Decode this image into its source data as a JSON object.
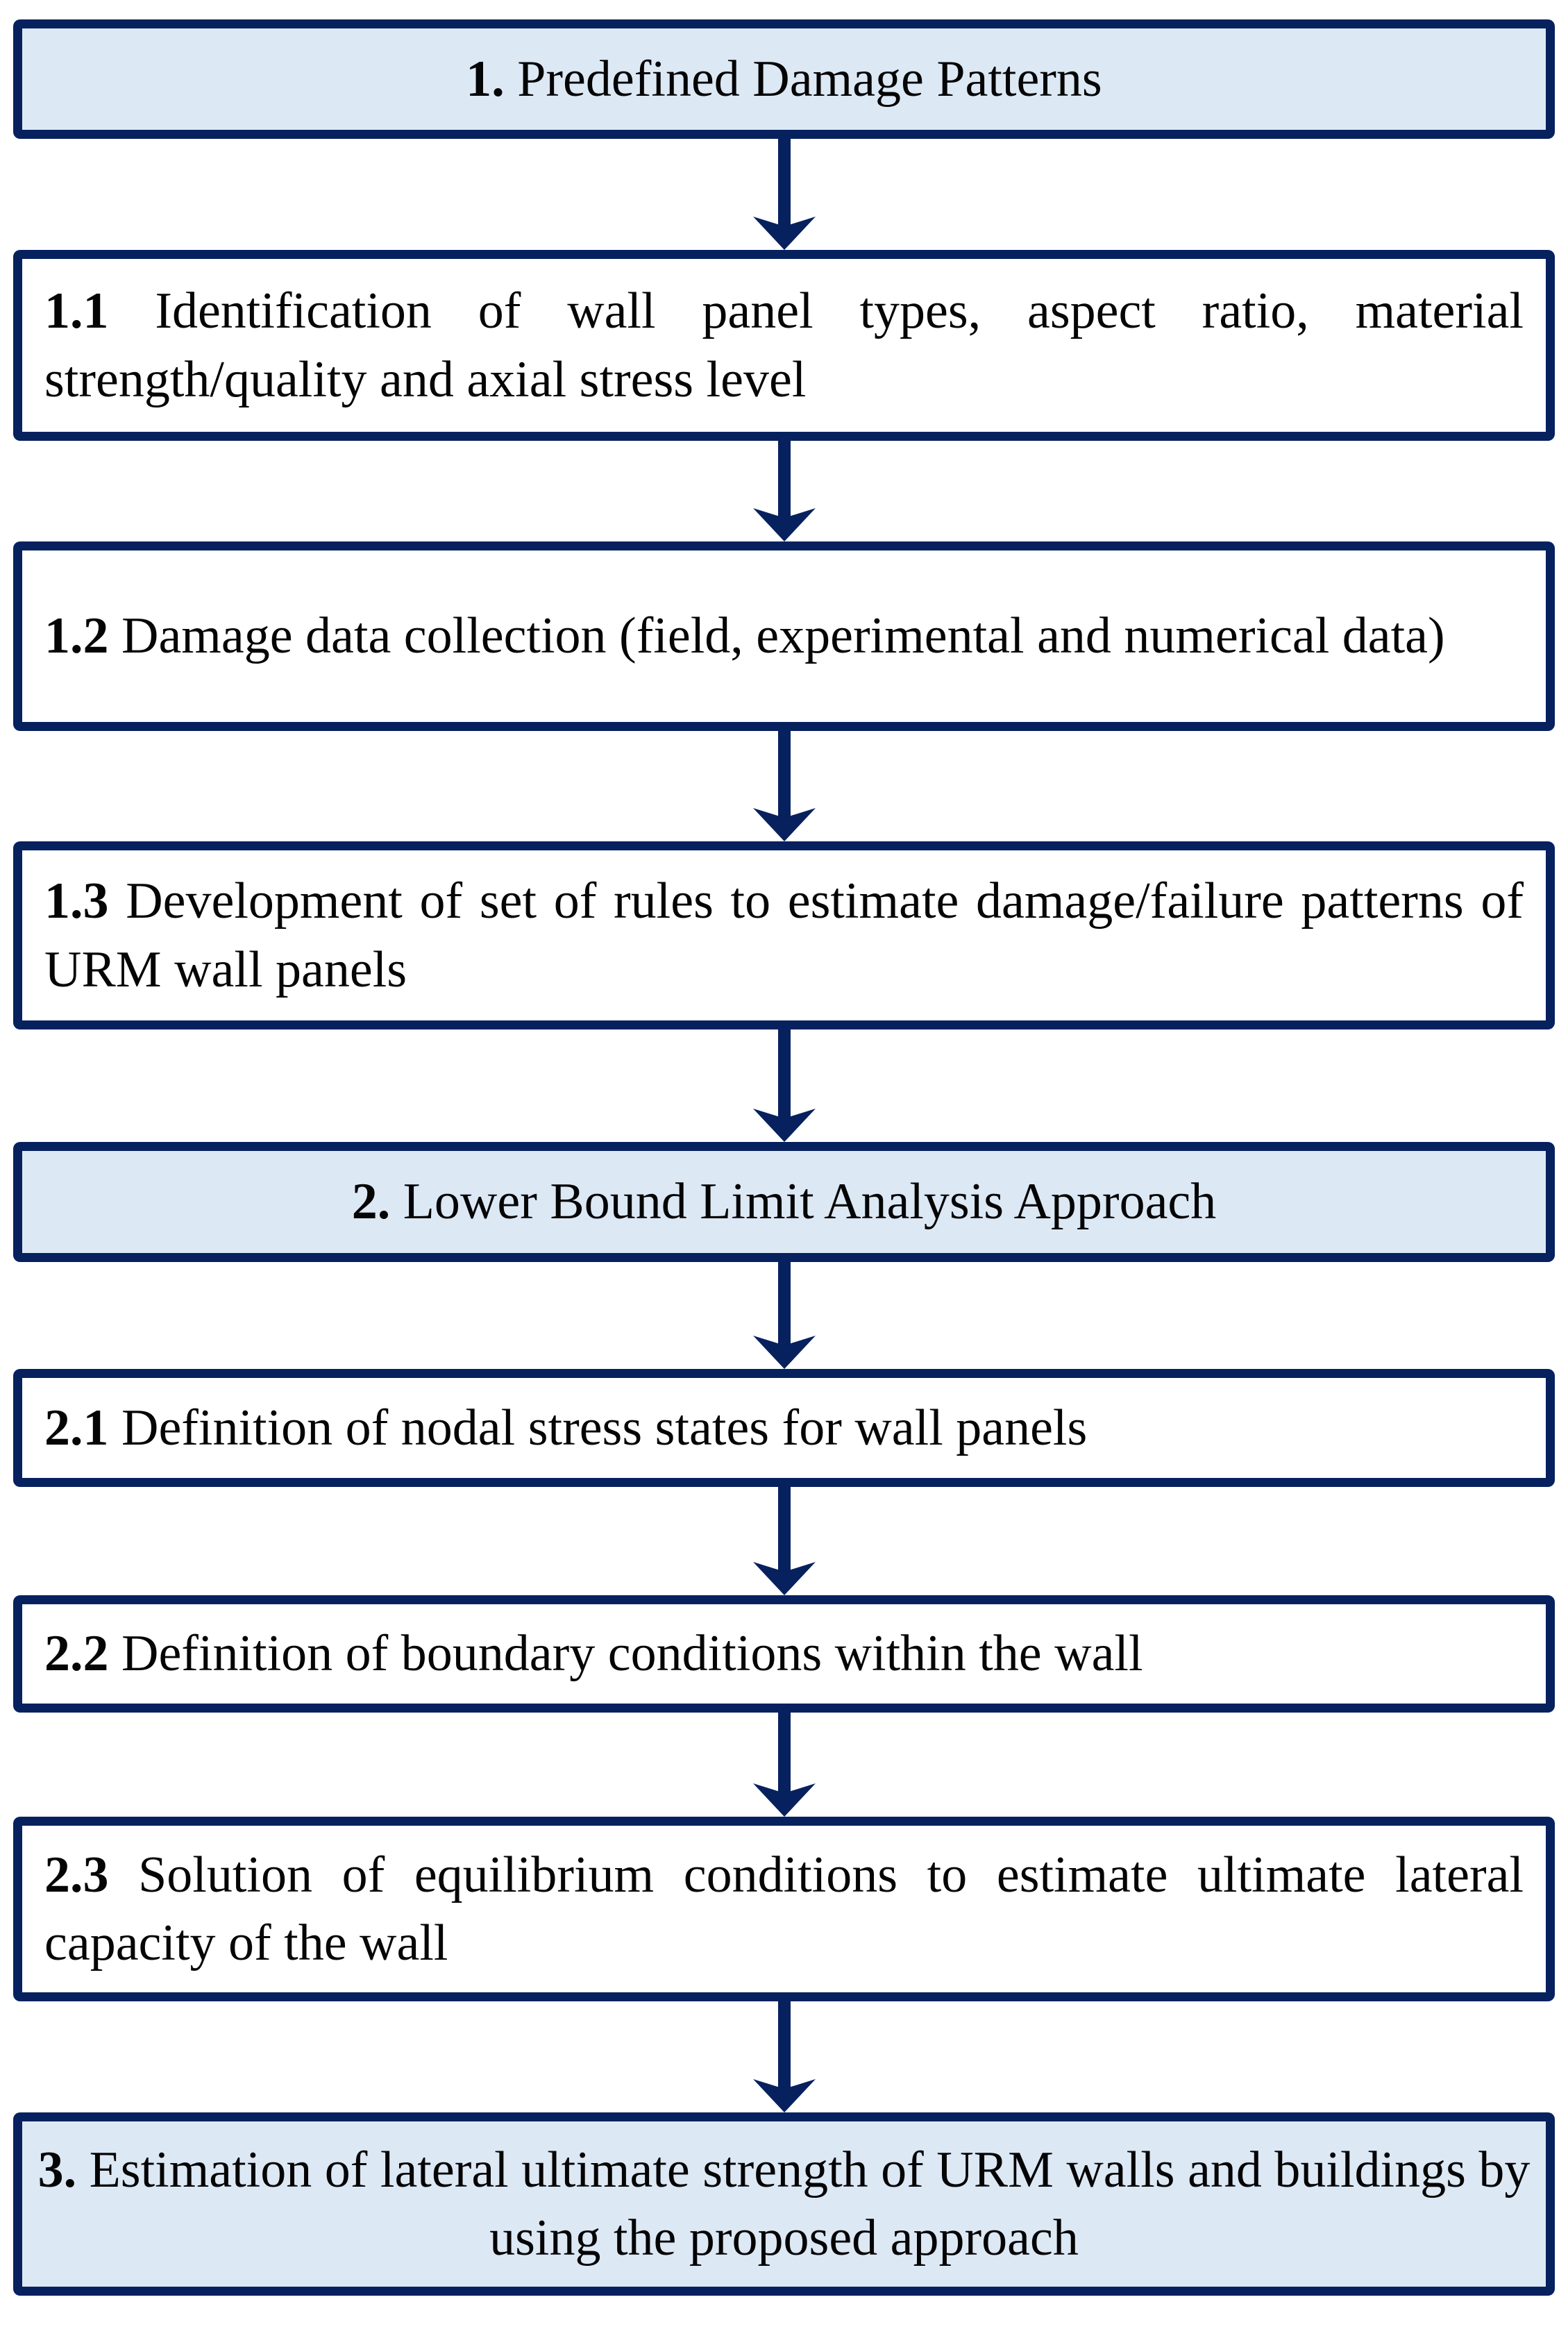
{
  "colors": {
    "border_navy": "#06215e",
    "arrow_navy": "#06215e",
    "header_fill": "#dde8f5",
    "step_fill": "#ffffff",
    "text_color": "#050505"
  },
  "flowchart": {
    "boxes": [
      {
        "number": "1.",
        "label": "Predefined Damage Patterns"
      },
      {
        "number": "1.1",
        "label": "Identification of wall panel types, aspect ratio, material strength/quality and axial stress level"
      },
      {
        "number": "1.2",
        "label": "Damage data collection (field, experimental and numerical data)"
      },
      {
        "number": "1.3",
        "label": "Development of set of rules to estimate damage/failure patterns of URM wall panels"
      },
      {
        "number": "2.",
        "label": "Lower Bound Limit Analysis Approach"
      },
      {
        "number": "2.1",
        "label": "Definition of nodal stress states for wall panels"
      },
      {
        "number": "2.2",
        "label": "Definition of boundary conditions within the wall"
      },
      {
        "number": "2.3",
        "label": "Solution of equilibrium conditions to estimate ultimate lateral capacity of the wall"
      },
      {
        "number": "3.",
        "label": "Estimation of lateral ultimate strength of URM walls and buildings  by using the proposed approach"
      }
    ]
  }
}
